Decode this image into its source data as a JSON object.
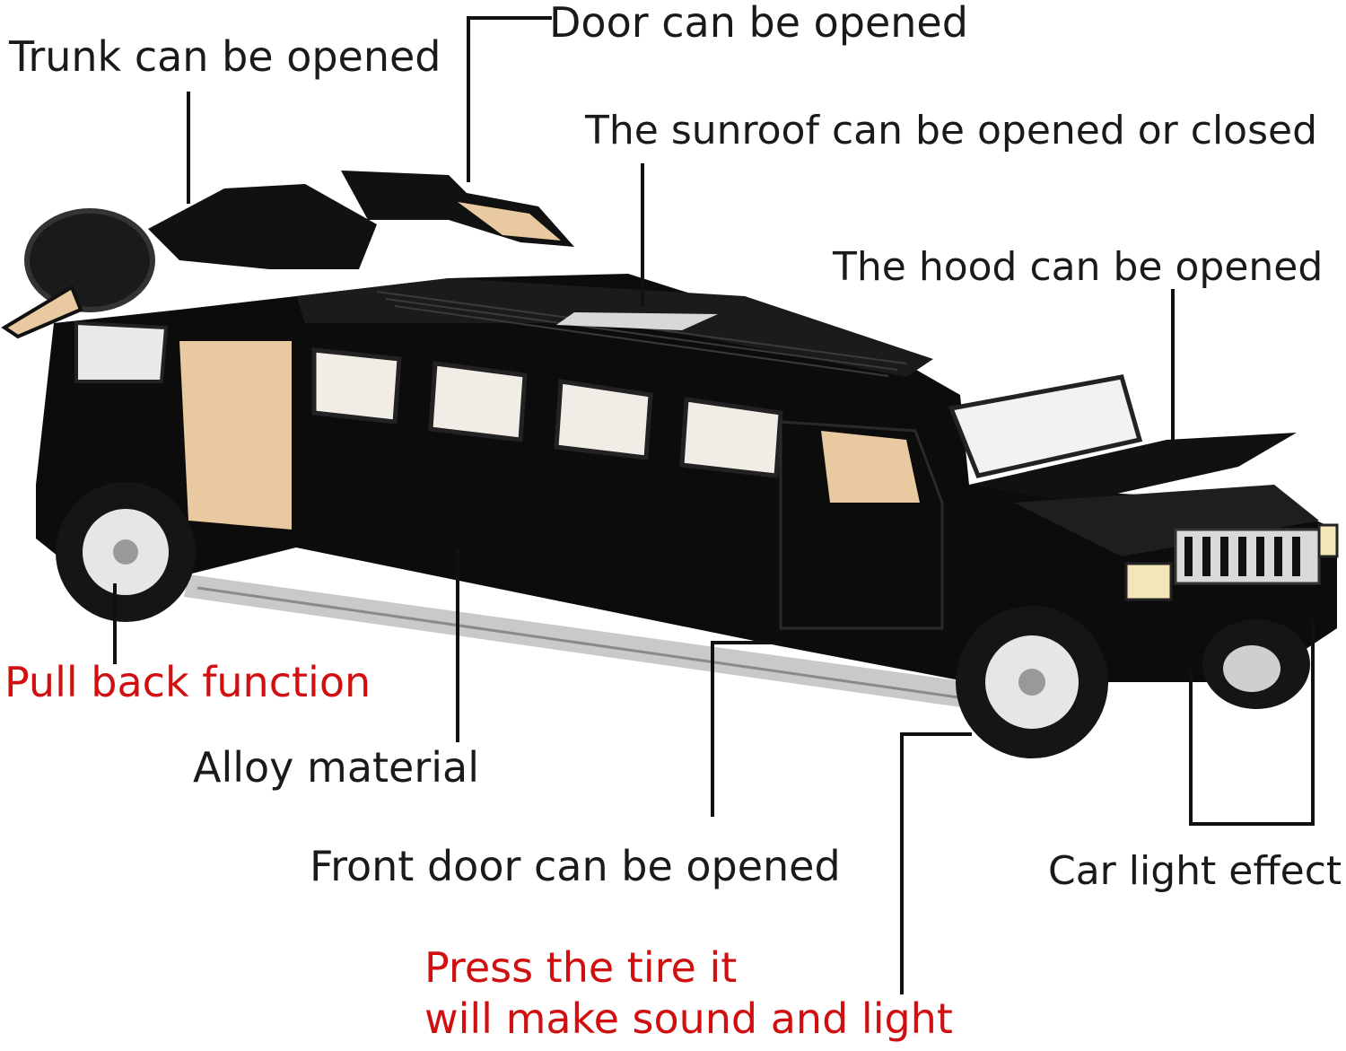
{
  "annotations": {
    "trunk": "Trunk can be opened",
    "door": "Door can be opened",
    "sunroof": "The sunroof can be opened or closed",
    "hood": "The hood can be opened",
    "pull_back": "Pull back function",
    "alloy": "Alloy material",
    "front_door": "Front door can be opened",
    "car_light": "Car light effect",
    "press_tire_line1": "Press the tire it",
    "press_tire_line2": "will make sound and light"
  },
  "colors": {
    "body": "#0c0c0c",
    "interior": "#e8c9a0",
    "highlight_red": "#d01010",
    "text": "#1a1a1a"
  }
}
